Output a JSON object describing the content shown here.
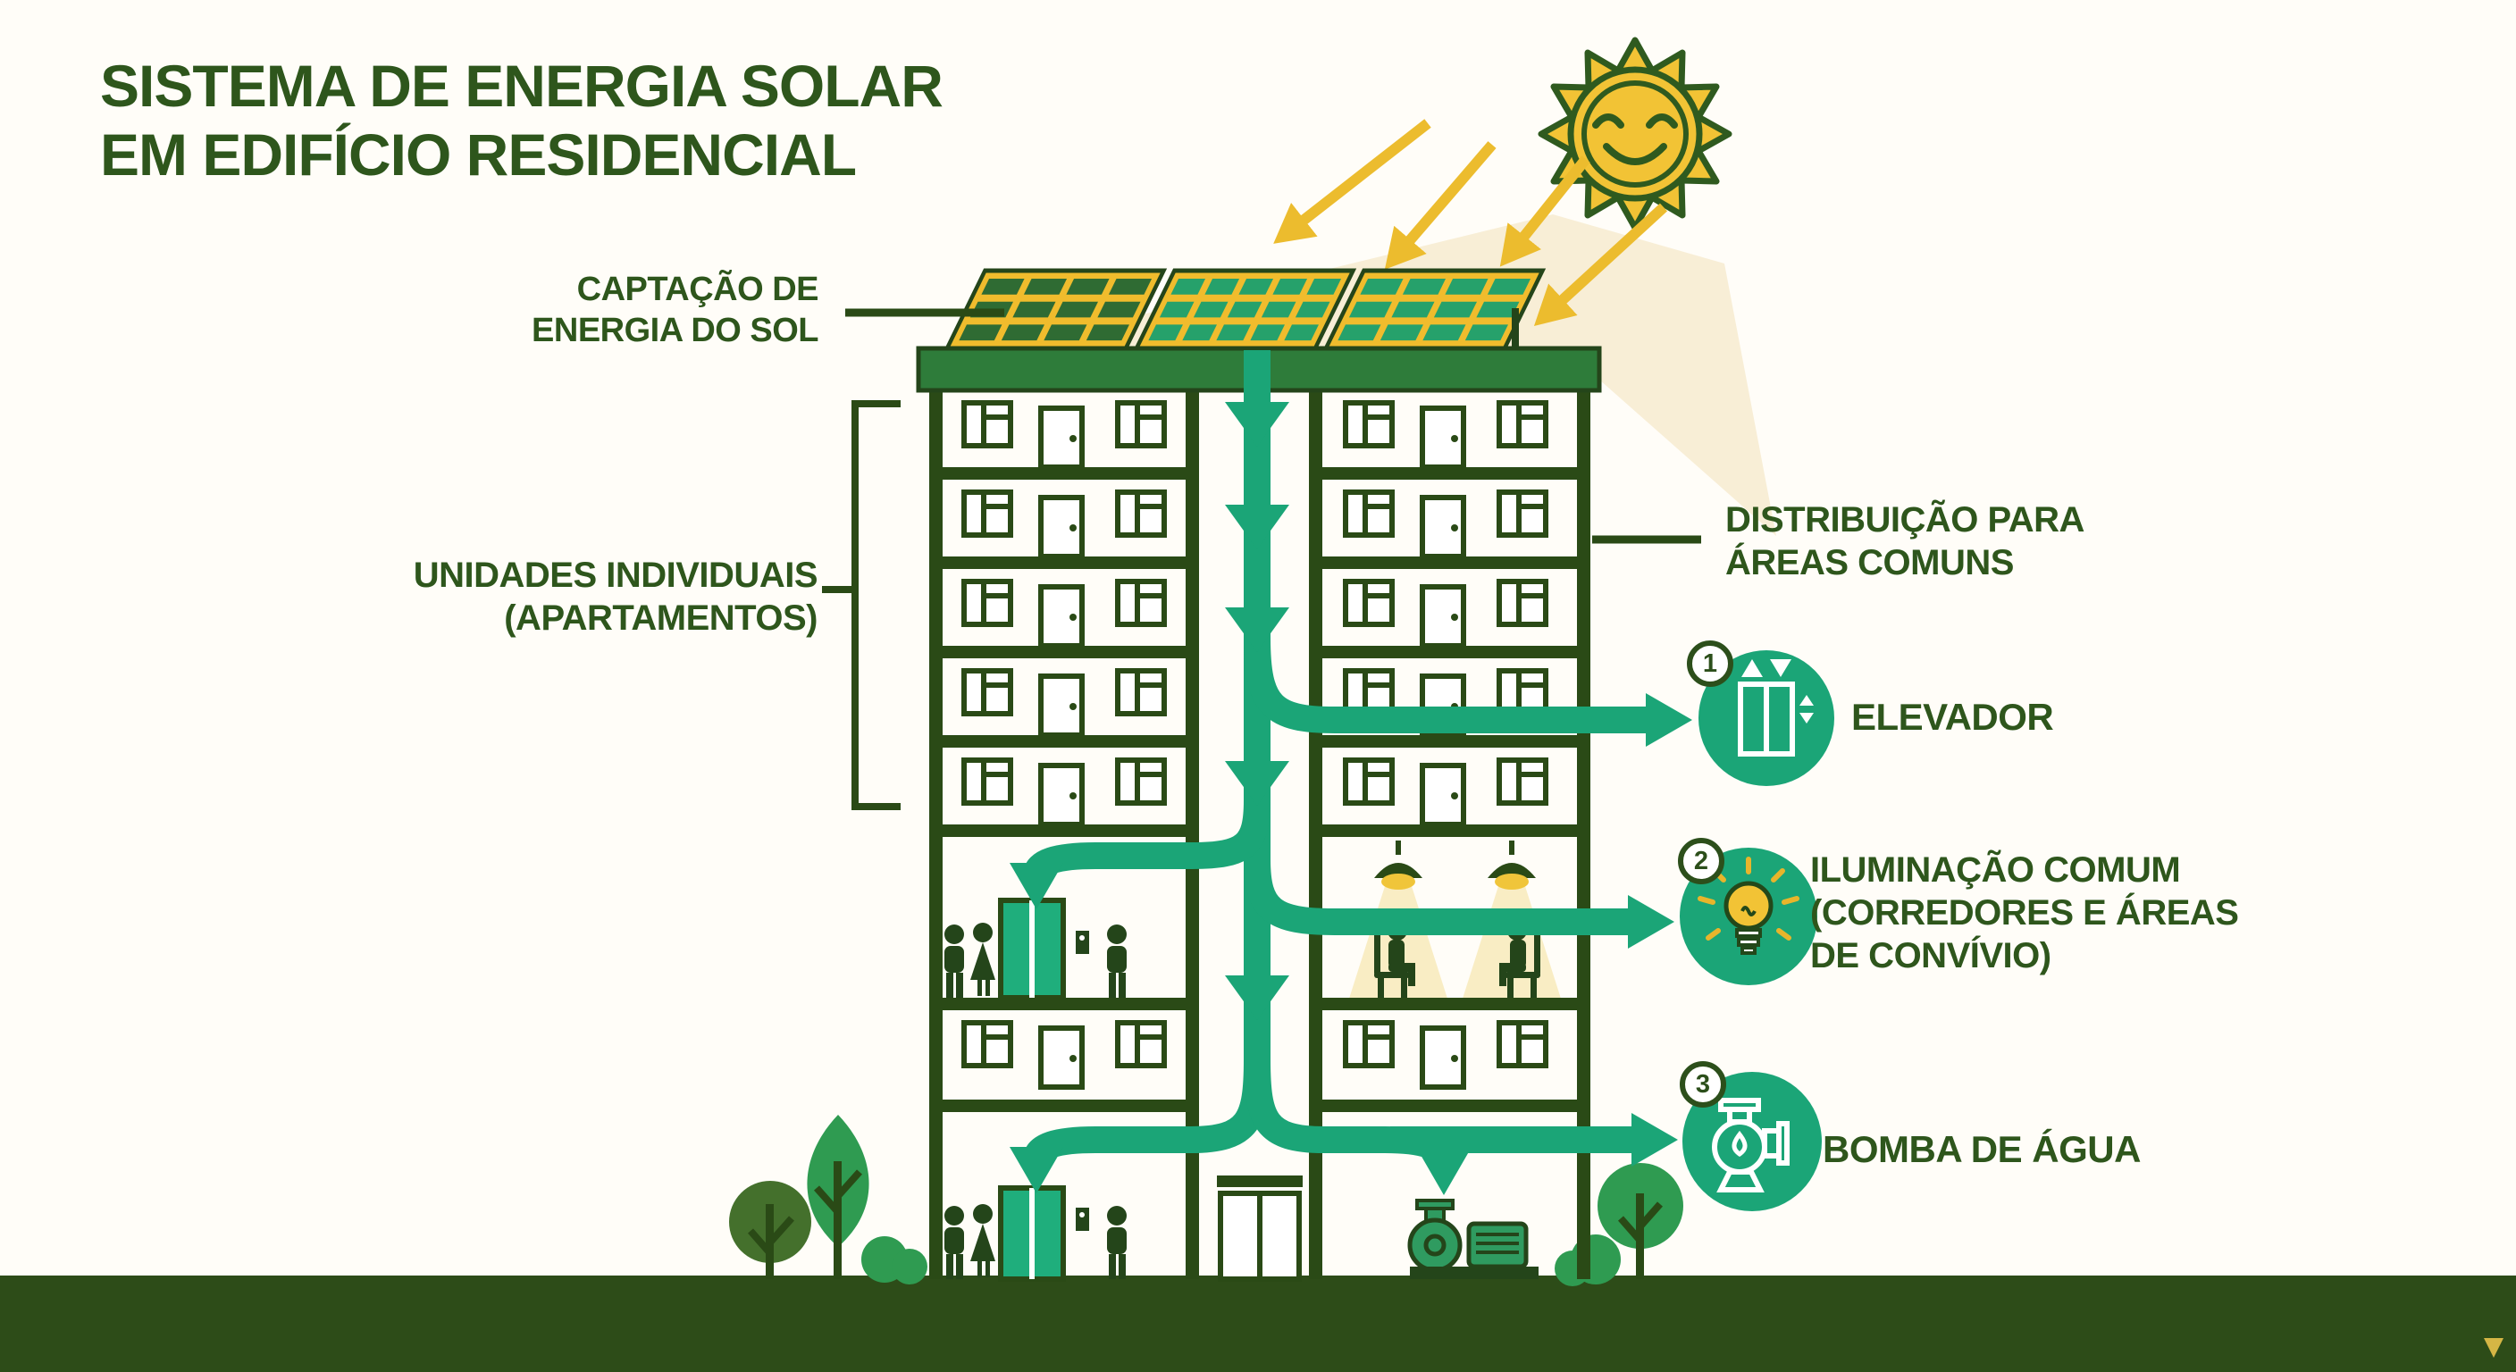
{
  "title": "SISTEMA DE ENERGIA SOLAR\nEM EDIFÍCIO RESIDENCIAL",
  "labels": {
    "captacao": "CAPTAÇÃO DE\nENERGIA DO SOL",
    "unidades": "UNIDADES INDIVIDUAIS\n(APARTAMENTOS)",
    "distribuicao": "DISTRIBUIÇÃO PARA\nÁREAS COMUNS"
  },
  "legend": {
    "items": [
      {
        "number": "1",
        "label": "ELEVADOR",
        "icon": "elevator-icon"
      },
      {
        "number": "2",
        "label": "ILUMINAÇÃO COMUM\n(CORREDORES E ÁREAS\nDE CONVÍVIO)",
        "icon": "lightbulb-icon"
      },
      {
        "number": "3",
        "label": "BOMBA DE ÁGUA",
        "icon": "water-pump-icon"
      }
    ]
  },
  "scene": {
    "sun": "smiling-sun-icon",
    "building": "residential-building-cross-section",
    "solar_panels": 3,
    "apartment_floors": 6,
    "flow": "energy-flow-arrows"
  },
  "colors": {
    "dark_green_text": "#2e561c",
    "structure_green": "#2a4a16",
    "roof_green": "#2e7c3a",
    "arrow_teal": "#1ba577",
    "panel_frame_yellow": "#f0bc2d",
    "sun_yellow": "#f2c335",
    "beam_cream": "#f8eed6",
    "ground_green": "#2d4c18"
  }
}
